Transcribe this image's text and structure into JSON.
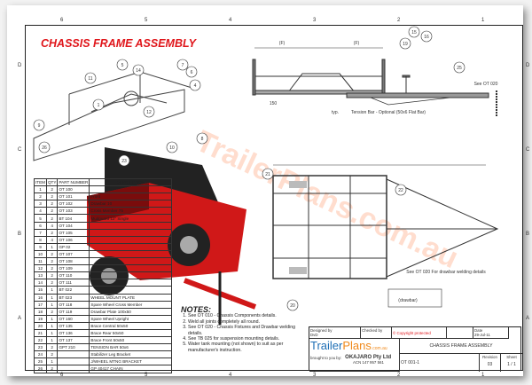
{
  "drawing": {
    "title": "CHASSIS FRAME ASSEMBLY",
    "watermark": "TrailerPlans.com.au"
  },
  "zones": {
    "columns": [
      "6",
      "5",
      "4",
      "3",
      "2",
      "1"
    ],
    "rows": [
      "D",
      "C",
      "B",
      "A"
    ]
  },
  "side_view": {
    "callouts": [
      "19",
      "15",
      "16",
      "25"
    ],
    "dims": [
      "(F)",
      "(F)",
      "150"
    ],
    "tension_note": "Tension Bar - Optional (50x6 Flat Bar)",
    "see_note": "See OT 020",
    "weld": "typ."
  },
  "iso_view": {
    "callouts": [
      "11",
      "5",
      "14",
      "7",
      "6",
      "9",
      "26",
      "23",
      "10",
      "12",
      "8",
      "1",
      "4"
    ]
  },
  "plan_view": {
    "callouts": [
      "21",
      "22",
      "20"
    ],
    "dims": [
      "(drawbar)"
    ],
    "see_note": "See OT 020 For drawbar welding details"
  },
  "parts_list": {
    "headers": [
      "ITEM",
      "QTY",
      "PART NUMBER",
      "DESCRIPTION"
    ],
    "rows": [
      [
        "1",
        "2",
        "OT 100",
        ""
      ],
      [
        "2",
        "2",
        "OT 101",
        "Front"
      ],
      [
        "3",
        "2",
        "OT 102",
        "Drawbar 10"
      ],
      [
        "4",
        "2",
        "OT 103",
        "Cross Member 75"
      ],
      [
        "5",
        "2",
        "BT 104",
        "Mudguard 12\" Single"
      ],
      [
        "6",
        "4",
        "OT 104",
        ""
      ],
      [
        "7",
        "2",
        "OT 105",
        ""
      ],
      [
        "8",
        "4",
        "OT 106",
        ""
      ],
      [
        "9",
        "1",
        "GP 02",
        ""
      ],
      [
        "10",
        "2",
        "OT 107",
        ""
      ],
      [
        "11",
        "2",
        "OT 108",
        ""
      ],
      [
        "12",
        "2",
        "OT 109",
        ""
      ],
      [
        "13",
        "2",
        "OT 110",
        ""
      ],
      [
        "14",
        "2",
        "OT 111",
        ""
      ],
      [
        "15",
        "1",
        "BT 022",
        ""
      ],
      [
        "16",
        "1",
        "BT 023",
        "WHEEL MOUNT PLATE"
      ],
      [
        "17",
        "1",
        "OT 118",
        "Spare Wheel Cross Member"
      ],
      [
        "18",
        "2",
        "OT 119",
        "Drawbar Plate 100x50"
      ],
      [
        "19",
        "1",
        "OT 160",
        "Spare Wheel Upright"
      ],
      [
        "20",
        "1",
        "OT 135",
        "Brace Central 50x50"
      ],
      [
        "21",
        "1",
        "OT 136",
        "Brace Rear 50x50"
      ],
      [
        "22",
        "1",
        "OT 137",
        "Brace Front 50x50"
      ],
      [
        "23",
        "2",
        "GPT 210",
        "TENSION BAR 50x6"
      ],
      [
        "24",
        "2",
        "",
        "Stabilizer Leg Bracket"
      ],
      [
        "25",
        "1",
        "",
        "J/WHEEL MTNG BRACKET"
      ],
      [
        "26",
        "2",
        "",
        "GP 40417 CHAIN"
      ]
    ]
  },
  "notes": {
    "heading": "NOTES:",
    "items": [
      "See OT 010 - Chassis Components details.",
      "Weld all joints completely all round.",
      "See OT 020 - Chassis Fixtures and Drawbar welding details.",
      "See TB 025 for suspension mounting details.",
      "Water tank mounting (not shown) to suit as per manufacturer's instruction."
    ]
  },
  "title_block": {
    "designed_by_label": "Designed by",
    "designed_by": "DvD",
    "checked_by_label": "Checked by",
    "copyright": "© Copyright protected",
    "date_label": "Date",
    "date": "29-Jul-11",
    "brand_a": "Trailer",
    "brand_b": "Plans",
    "brand_c": ".com.au",
    "brought_by": "brought to you by:",
    "company": "OKAJARO Pty Ltd",
    "acn": "ACN 147 957 561",
    "drawing_name": "CHASSIS FRAME ASSEMBLY",
    "drawing_no": "OT 001-1",
    "revision_label": "Revision",
    "revision": "03",
    "sheet_label": "Sheet",
    "sheet": "1 / 1"
  },
  "colors": {
    "title": "#e0161b",
    "trailer": "#d01818",
    "brand_blue": "#1f6fb5",
    "brand_orange": "#f08a1c"
  }
}
